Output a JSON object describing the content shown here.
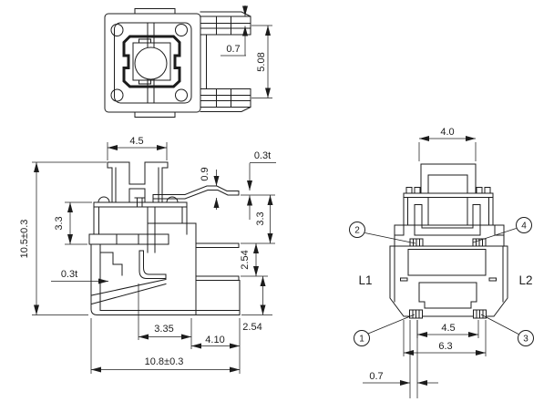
{
  "drawing_type": "engineering-dimension-drawing",
  "component": "tactile-switch-three-view",
  "line_color": "#1c1c1c",
  "bg_color": "#ffffff",
  "views": {
    "top": {
      "dims": {
        "terminal_width": "0.7",
        "terminal_pitch": "5.08"
      }
    },
    "front": {
      "dims": {
        "stem_width": "4.5",
        "total_height": "10.5±0.3",
        "upper_body_height": "3.3",
        "wall_thickness": "0.3t",
        "lead_bend_rise": "0.9",
        "lead_thickness": "0.3t",
        "lead_height": "3.3",
        "tab_pitch": "2.54",
        "base_height": "2.54",
        "contact_offset": "3.35",
        "tab_offset": "4.10",
        "total_width": "10.8±0.3"
      }
    },
    "side": {
      "dims": {
        "stem_depth": "4.0",
        "terminal_span_inner": "4.5",
        "terminal_span_outer": "6.3",
        "terminal_width": "0.7"
      },
      "labels": {
        "left": "L1",
        "right": "L2"
      },
      "callouts": [
        "1",
        "2",
        "3",
        "4"
      ]
    }
  }
}
